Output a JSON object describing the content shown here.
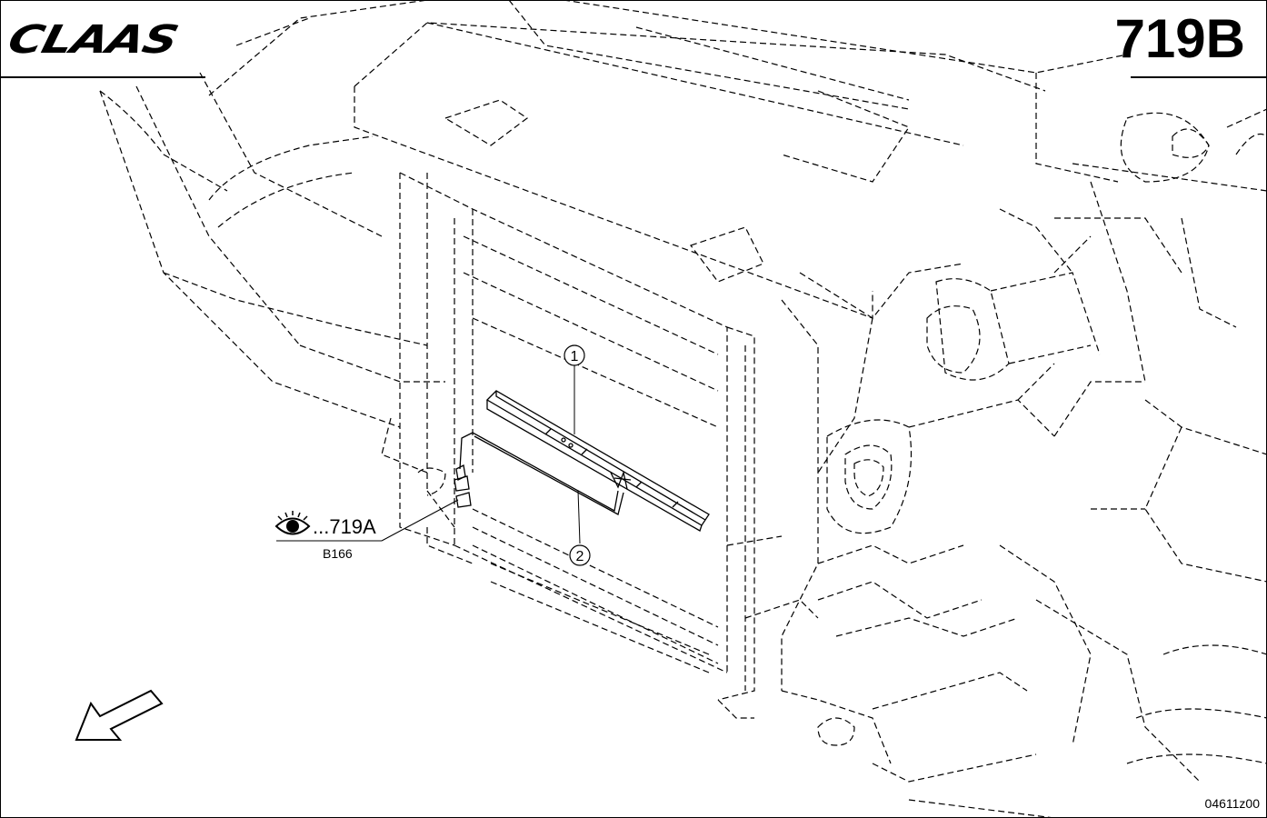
{
  "header": {
    "brand": "CLAAS",
    "page_number": "719B"
  },
  "diagram": {
    "callouts": [
      {
        "number": "1"
      },
      {
        "number": "2"
      }
    ],
    "reference": {
      "icon": "eye-icon",
      "text": "...719A",
      "sensor_label": "B166"
    },
    "direction": {
      "icon": "direction-arrow-icon"
    },
    "drawing_code": "04611z00"
  }
}
